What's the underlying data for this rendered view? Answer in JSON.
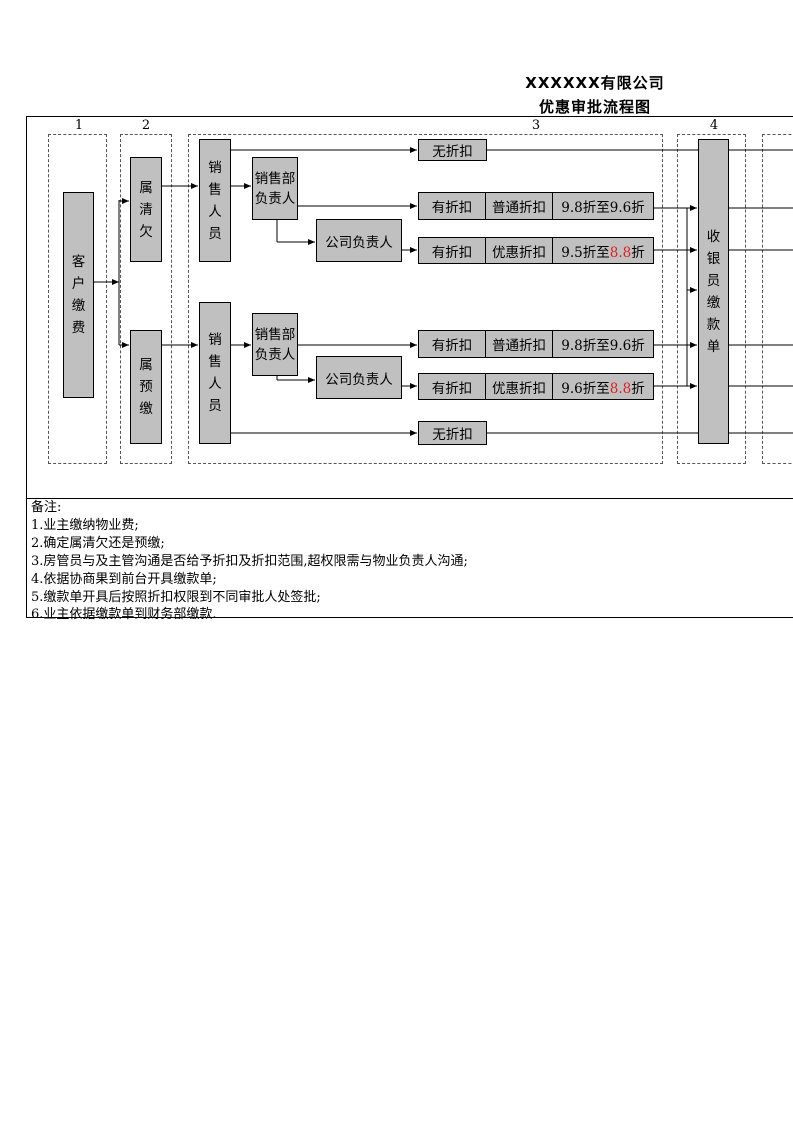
{
  "header": {
    "title_line1": "XXXXXX有限公司",
    "title_line2": "优惠审批流程图"
  },
  "columns": [
    "1",
    "2",
    "3",
    "4"
  ],
  "nodes": {
    "customer_pay": "客户缴费",
    "arrears": "属清欠",
    "prepay": "属预缴",
    "sales_staff": "销售人员",
    "sales_head": "销售部负责人",
    "company_head": "公司负责人",
    "cashier": "收银员缴款单",
    "no_discount": "无折扣",
    "has_discount": "有折扣",
    "normal_discount": "普通折扣",
    "special_discount": "优惠折扣",
    "range_98_96": "9.8折至9.6折",
    "range_95_prefix": "9.5折至",
    "range_96_prefix": "9.6折至",
    "range_red": "8.8",
    "range_suffix": "折"
  },
  "notes": {
    "heading": "备注:",
    "items": [
      "1.业主缴纳物业费;",
      "2.确定属清欠还是预缴;",
      "3.房管员与及主管沟通是否给予折扣及折扣范围,超权限需与物业负责人沟通;",
      "4.依据协商果到前台开具缴款单;",
      "5.缴款单开具后按照折扣权限到不同审批人处签批;",
      "6.业主依据缴款单到财务部缴款."
    ]
  },
  "colors": {
    "box_fill": "#c0c0c0",
    "highlight": "#e02020"
  }
}
